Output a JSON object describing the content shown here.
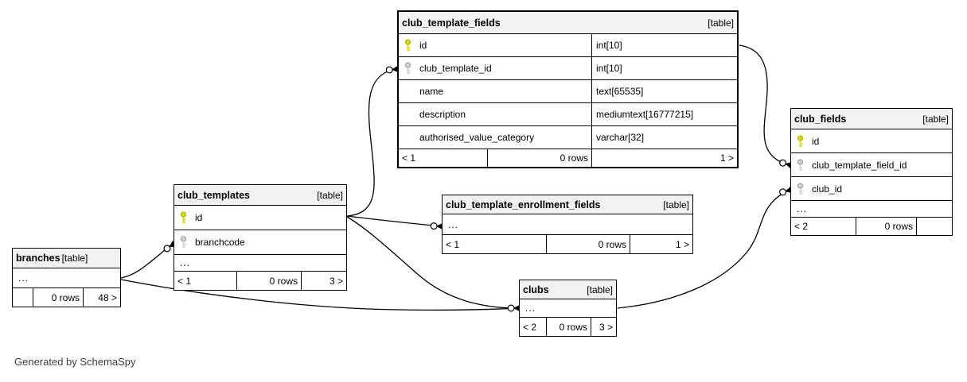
{
  "page": {
    "footer_note": "Generated by SchemaSpy"
  },
  "diagram": {
    "colors": {
      "header_bg": "#f2f2f2",
      "row_bg": "#ffffff",
      "border": "#000000",
      "primary_key_fill": "#dddd00",
      "foreign_key_fill": "#d4d4d4"
    },
    "tables": [
      {
        "name": "club_template_fields",
        "badge": "[table]",
        "emphasized": true,
        "columns": [
          {
            "name": "id",
            "type": "int[10]",
            "key": "primary"
          },
          {
            "name": "club_template_id",
            "type": "int[10]",
            "key": "foreign"
          },
          {
            "name": "name",
            "type": "text[65535]",
            "key": "none"
          },
          {
            "name": "description",
            "type": "mediumtext[16777215]",
            "key": "none"
          },
          {
            "name": "authorised_value_category",
            "type": "varchar[32]",
            "key": "none"
          }
        ],
        "footer": {
          "back": "< 1",
          "rows": "0 rows",
          "next": "1 >"
        }
      },
      {
        "name": "club_fields",
        "badge": "[table]",
        "emphasized": false,
        "columns": [
          {
            "name": "id",
            "key": "primary"
          },
          {
            "name": "club_template_field_id",
            "key": "foreign"
          },
          {
            "name": "club_id",
            "key": "foreign"
          }
        ],
        "more": "...",
        "footer": {
          "back": "< 2",
          "rows": "0 rows",
          "next": ""
        }
      },
      {
        "name": "club_templates",
        "badge": "[table]",
        "emphasized": false,
        "columns": [
          {
            "name": "id",
            "key": "primary"
          },
          {
            "name": "branchcode",
            "key": "foreign"
          }
        ],
        "more": "...",
        "footer": {
          "back": "< 1",
          "rows": "0 rows",
          "next": "3 >"
        }
      },
      {
        "name": "club_template_enrollment_fields",
        "badge": "[table]",
        "emphasized": false,
        "columns": [],
        "more": "...",
        "footer": {
          "back": "< 1",
          "rows": "0 rows",
          "next": "1 >"
        }
      },
      {
        "name": "branches",
        "badge": "[table]",
        "emphasized": false,
        "columns": [],
        "more": "...",
        "footer": {
          "back": "",
          "rows": "0 rows",
          "next": "48 >"
        }
      },
      {
        "name": "clubs",
        "badge": "[table]",
        "emphasized": false,
        "columns": [],
        "more": "...",
        "footer": {
          "back": "< 2",
          "rows": "0 rows",
          "next": "3 >"
        }
      }
    ],
    "relationships": [
      {
        "from": "club_templates.id",
        "to": "club_template_fields.club_template_id"
      },
      {
        "from": "club_templates.id",
        "to": "club_template_enrollment_fields"
      },
      {
        "from": "club_templates.id",
        "to": "clubs"
      },
      {
        "from": "branches",
        "to": "club_templates.branchcode"
      },
      {
        "from": "branches",
        "to": "clubs"
      },
      {
        "from": "club_template_fields.id",
        "to": "club_fields.club_template_field_id"
      },
      {
        "from": "clubs",
        "to": "club_fields.club_id"
      }
    ]
  }
}
